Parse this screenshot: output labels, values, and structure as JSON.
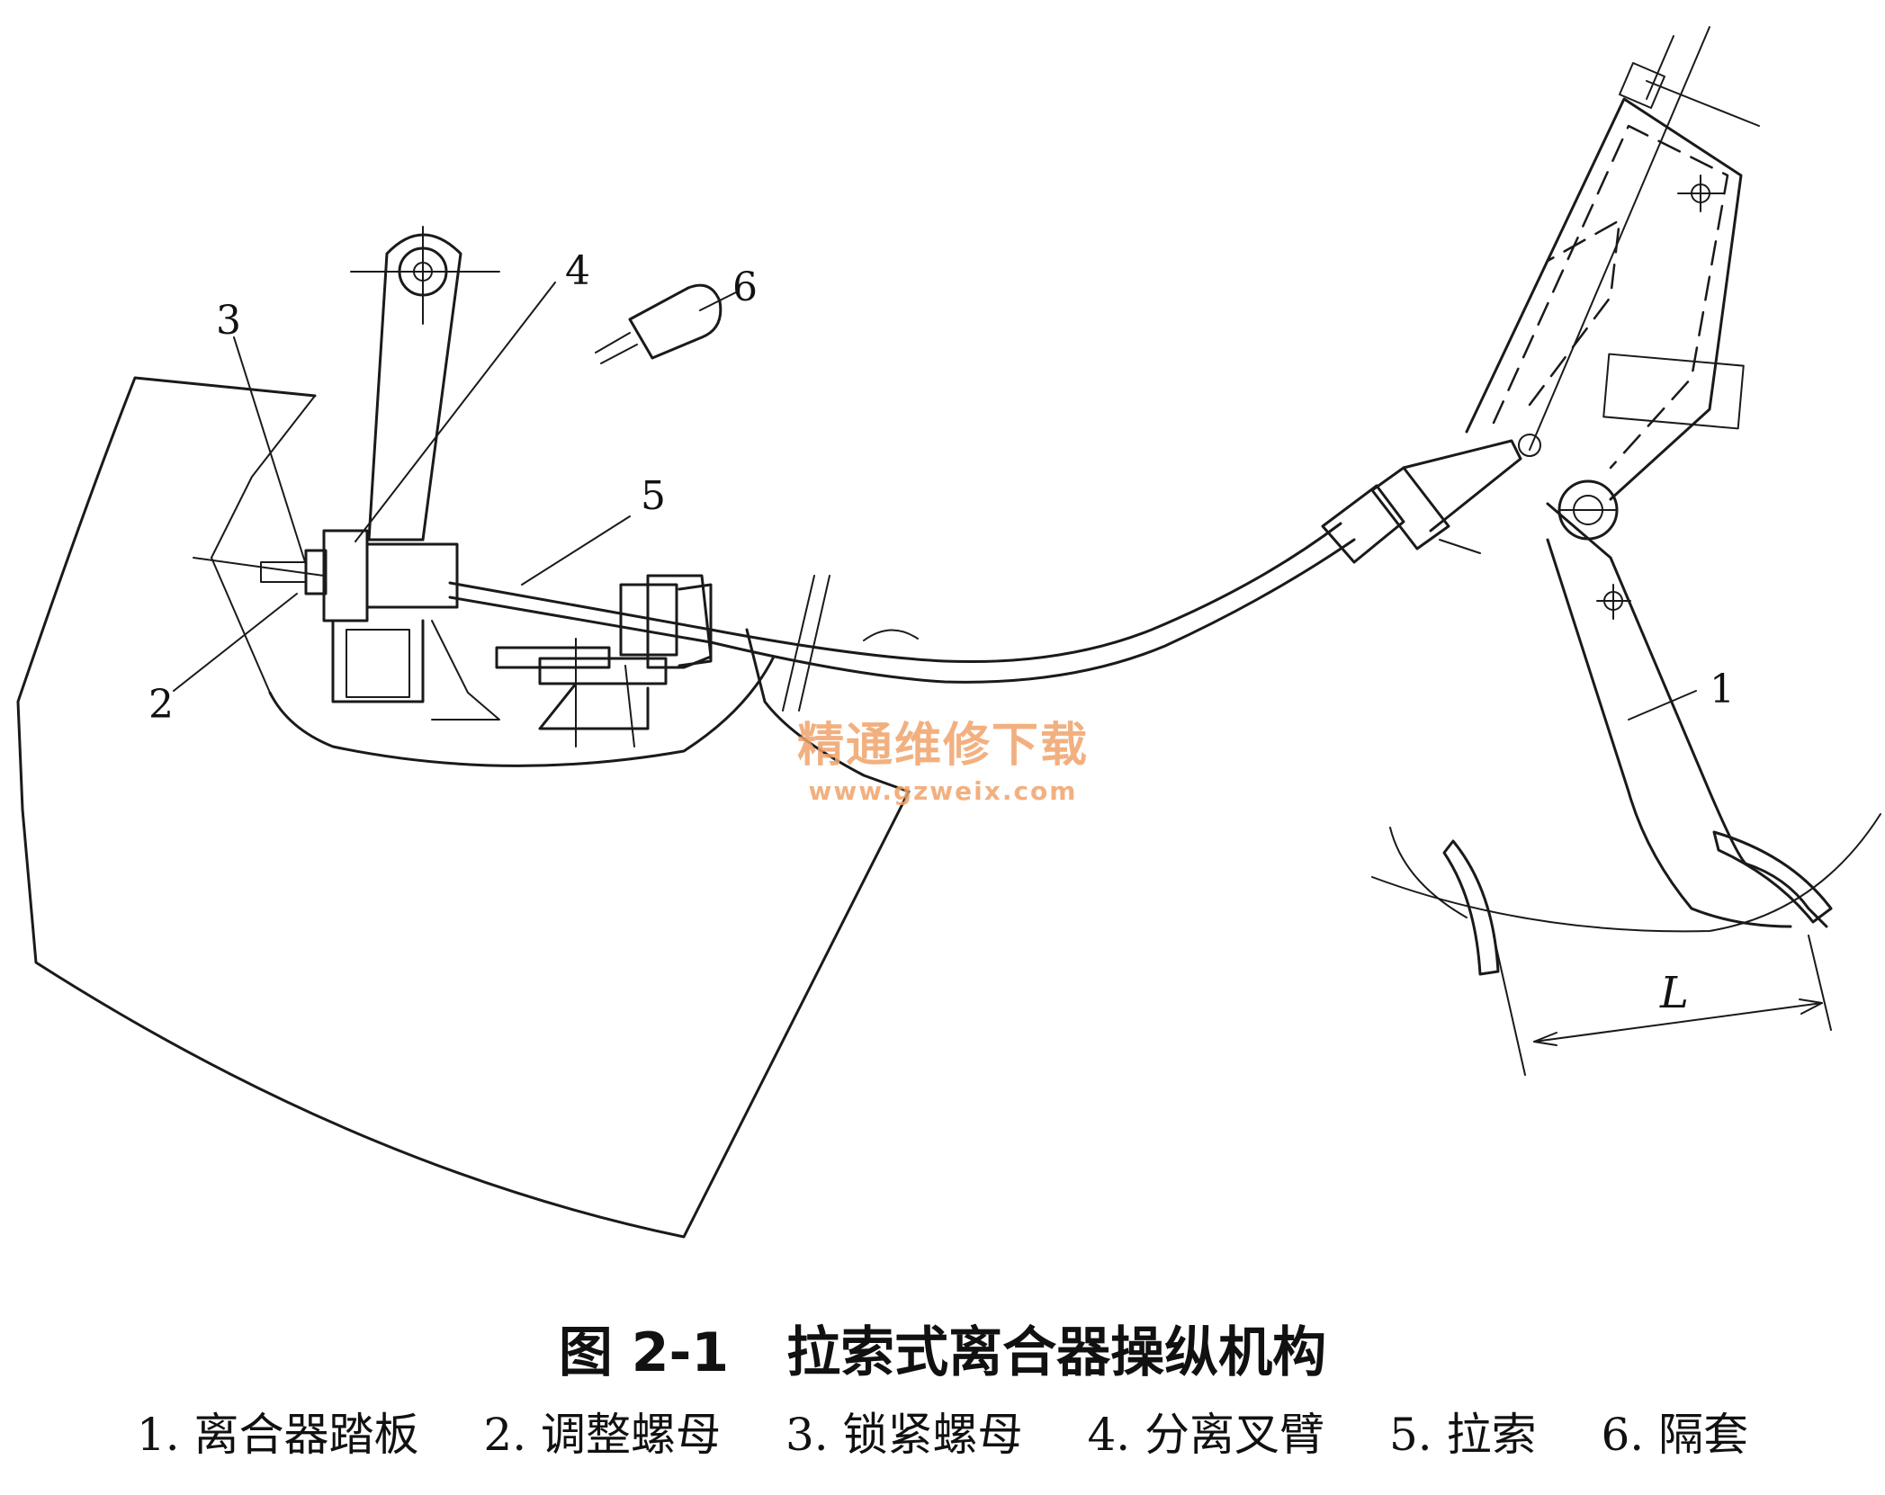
{
  "diagram": {
    "part_labels": [
      "1",
      "2",
      "3",
      "4",
      "5",
      "6"
    ],
    "dimension_label": "L"
  },
  "watermark": {
    "text_cn": "精通维修下载",
    "url": "www.gzweix.com"
  },
  "caption": {
    "figure_number": "图 2-1",
    "title": "拉索式离合器操纵机构"
  },
  "legend": [
    "1. 离合器踏板",
    "2. 调整螺母",
    "3. 锁紧螺母",
    "4. 分离叉臂",
    "5. 拉索",
    "6. 隔套"
  ],
  "colors": {
    "line": "#1a1a1a",
    "watermark": "#f0a36a"
  }
}
